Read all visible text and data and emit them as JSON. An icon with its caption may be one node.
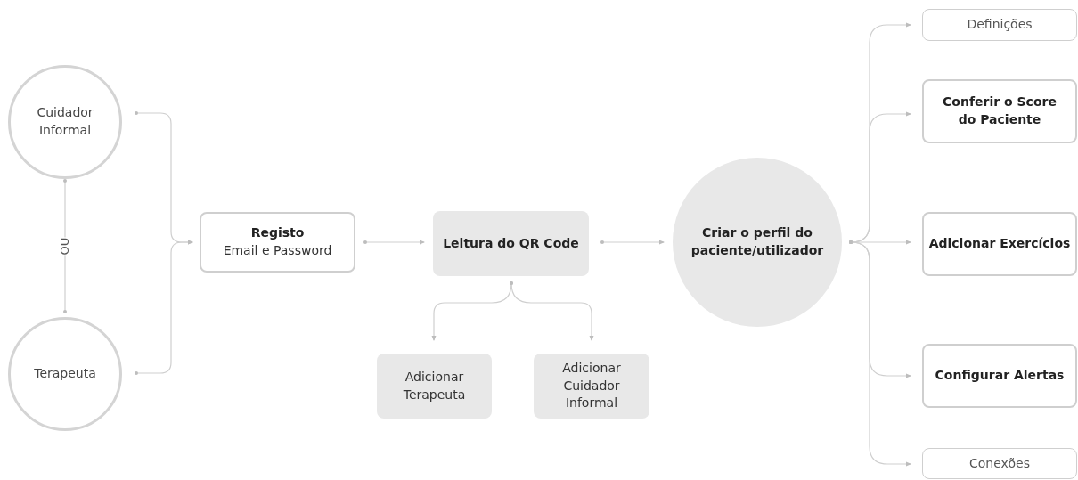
{
  "diagram": {
    "nodes": [
      {
        "text": [
          "Cuidador Informal"
        ]
      },
      {
        "text": [
          "Terapeuta"
        ]
      },
      {
        "text": [
          "Registo",
          "Email e Password"
        ]
      },
      {
        "text": [
          "Leitura do QR Code"
        ]
      },
      {
        "text": [
          "Adicionar Terapeuta"
        ]
      },
      {
        "text": [
          "Adicionar Cuidador Informal"
        ]
      },
      {
        "text": [
          "Criar o perfil do paciente/utilizador"
        ]
      },
      {
        "text": [
          "Definições"
        ]
      },
      {
        "text": [
          "Conferir o Score do Paciente"
        ]
      },
      {
        "text": [
          "Adicionar Exercícios"
        ]
      },
      {
        "text": [
          "Configurar Alertas"
        ]
      },
      {
        "text": [
          "Conexões"
        ]
      }
    ],
    "edges": [
      {
        "from": 0,
        "to": 2,
        "arrow": "to"
      },
      {
        "from": 1,
        "to": 2,
        "arrow": "to"
      },
      {
        "from": 0,
        "to": 1,
        "arrow": "other",
        "label": "OU"
      },
      {
        "from": 2,
        "to": 3,
        "arrow": "to"
      },
      {
        "from": 3,
        "to": 6,
        "arrow": "to"
      },
      {
        "from": 3,
        "to": 4,
        "arrow": "to"
      },
      {
        "from": 3,
        "to": 5,
        "arrow": "to"
      },
      {
        "from": 6,
        "to": 7,
        "arrow": "to"
      },
      {
        "from": 6,
        "to": 8,
        "arrow": "to"
      },
      {
        "from": 6,
        "to": 9,
        "arrow": "to"
      },
      {
        "from": 6,
        "to": 10,
        "arrow": "to"
      },
      {
        "from": 6,
        "to": 11,
        "arrow": "to"
      }
    ]
  }
}
